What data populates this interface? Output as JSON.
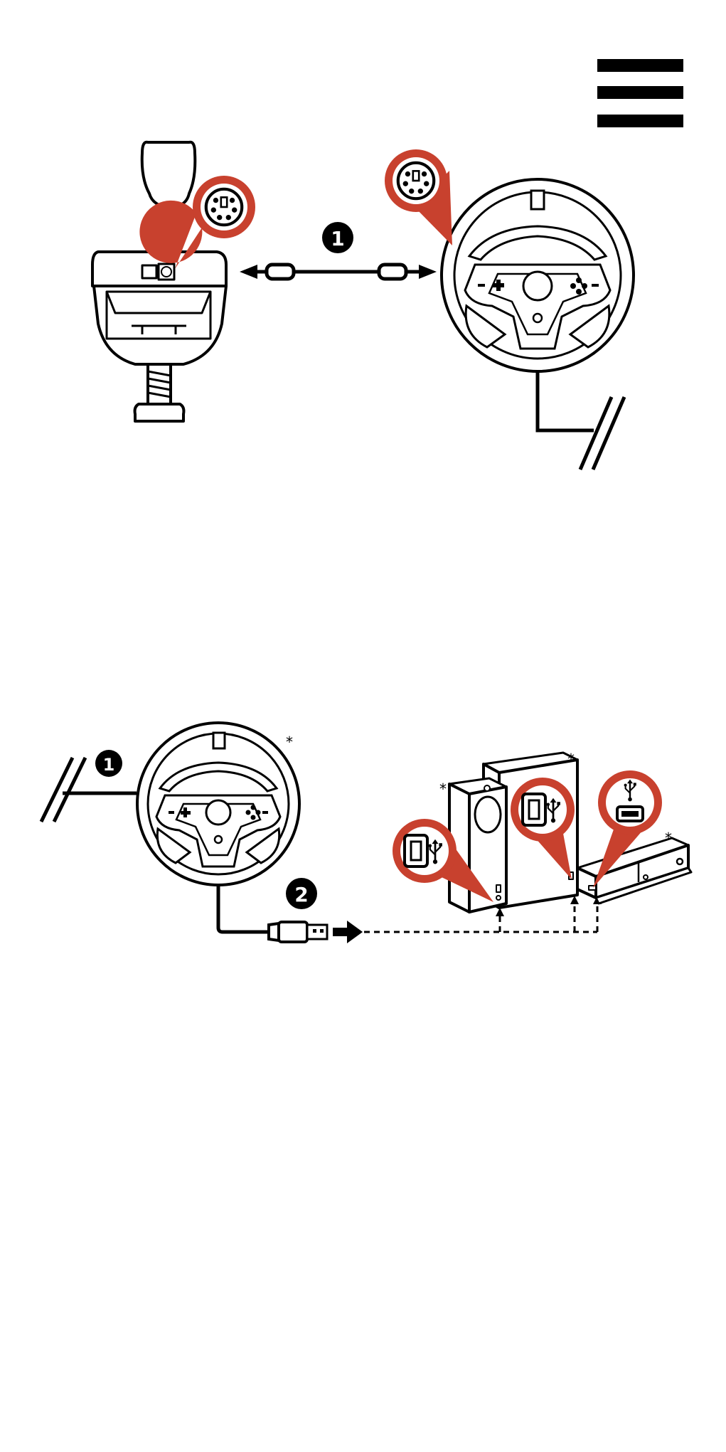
{
  "menu": {
    "icon": "hamburger-menu-icon"
  },
  "colors": {
    "accent": "#c8412e",
    "ink": "#000000",
    "paper": "#ffffff"
  },
  "step1": {
    "marker": "1",
    "shifter": {
      "icon": "gear-shifter-icon"
    },
    "wheel": {
      "icon": "racing-wheel-icon"
    },
    "port_icon": "mini-din-port-icon",
    "cable_icon": "mini-din-cable-icon"
  },
  "step2": {
    "marker_1": "1",
    "marker_2": "2",
    "wheel_asterisk": "*",
    "usb_cable_icon": "usb-a-plug-icon",
    "consoles": [
      {
        "icon": "xbox-series-s-icon",
        "asterisk": "*",
        "port_icon": "usb-port-icon"
      },
      {
        "icon": "xbox-series-x-icon",
        "asterisk": "*",
        "port_icon": "usb-port-icon"
      },
      {
        "icon": "xbox-one-icon",
        "asterisk": "*",
        "port_icon": "usb-port-icon"
      }
    ]
  }
}
